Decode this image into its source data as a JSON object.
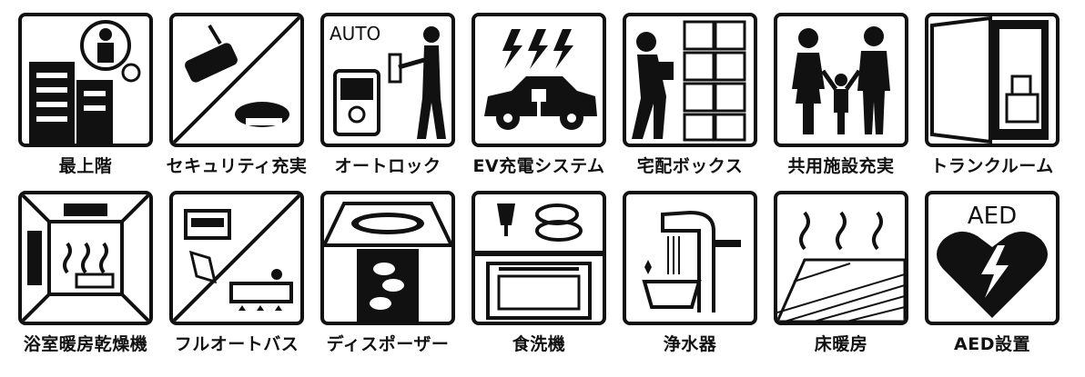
{
  "icons": [
    {
      "label": "最上階",
      "icon": "top-floor-icon"
    },
    {
      "label": "セキュリティ充実",
      "icon": "security-icon"
    },
    {
      "label": "オートロック",
      "icon": "auto-lock-icon",
      "sign": "AUTO"
    },
    {
      "label": "EV充電システム",
      "icon": "ev-charging-icon"
    },
    {
      "label": "宅配ボックス",
      "icon": "delivery-box-icon"
    },
    {
      "label": "共用施設充実",
      "icon": "shared-facilities-icon"
    },
    {
      "label": "トランクルーム",
      "icon": "trunk-room-icon"
    },
    {
      "label": "浴室暖房乾燥機",
      "icon": "bathroom-dryer-icon"
    },
    {
      "label": "フルオートバス",
      "icon": "full-auto-bath-icon"
    },
    {
      "label": "ディスポーザー",
      "icon": "disposer-icon"
    },
    {
      "label": "食洗機",
      "icon": "dishwasher-icon"
    },
    {
      "label": "浄水器",
      "icon": "water-purifier-icon"
    },
    {
      "label": "床暖房",
      "icon": "floor-heating-icon"
    },
    {
      "label": "AED設置",
      "icon": "aed-icon",
      "sign": "AED"
    }
  ]
}
